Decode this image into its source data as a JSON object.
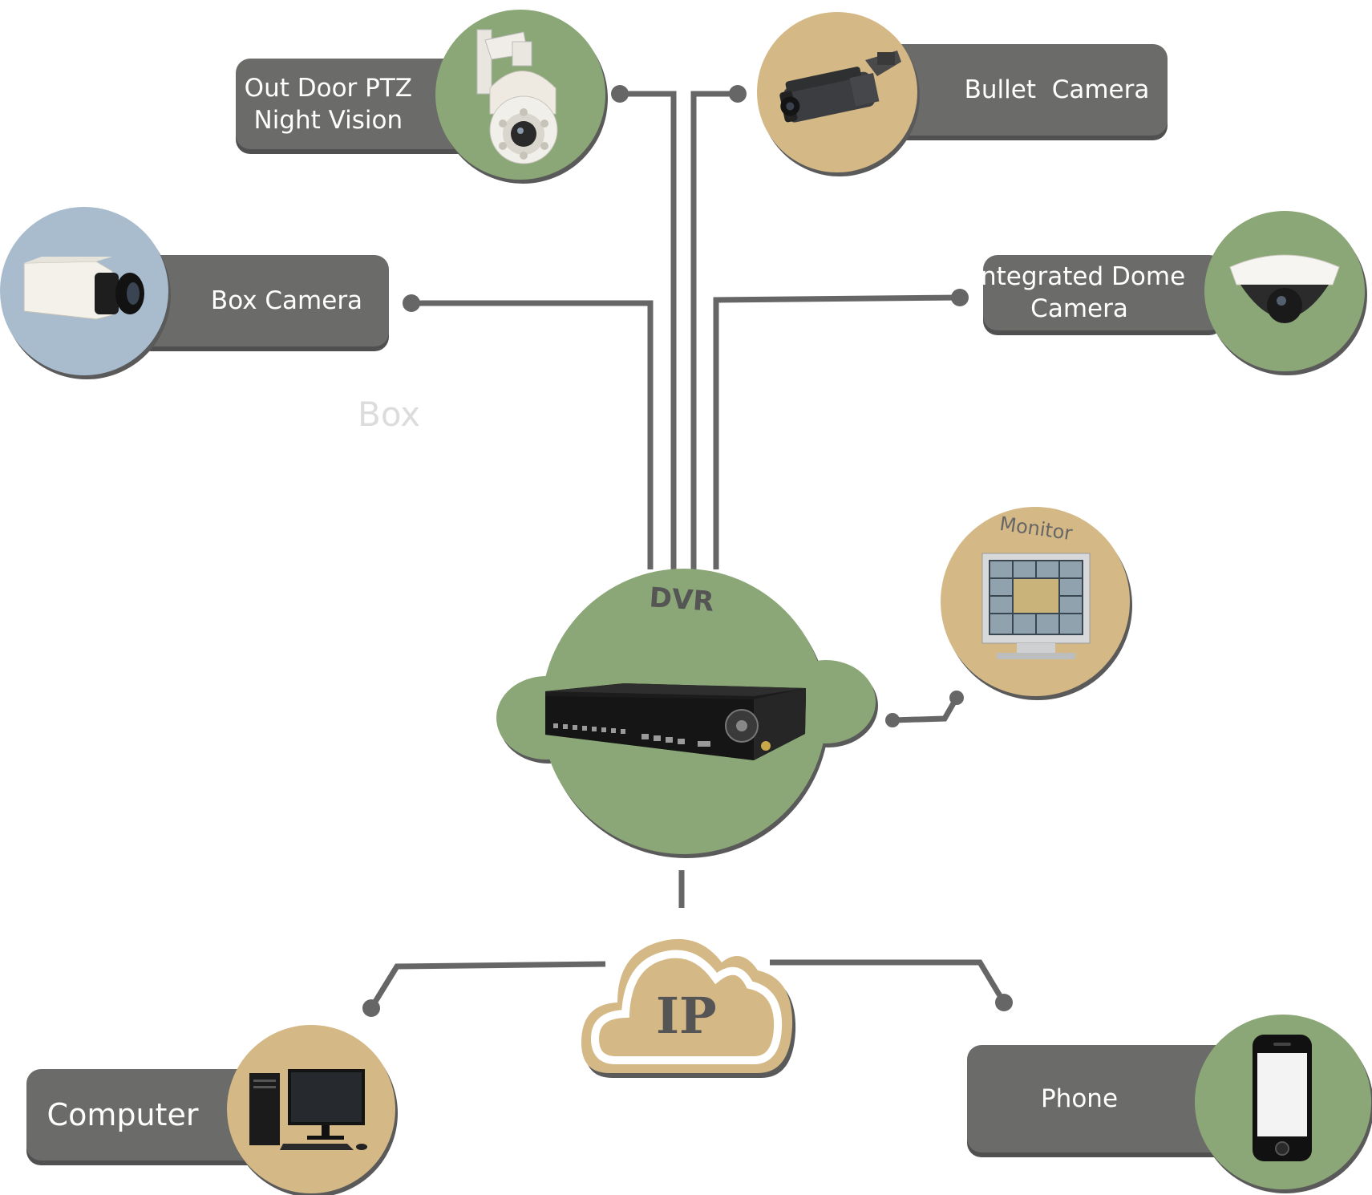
{
  "nodes": {
    "ptz": {
      "label": "Out Door PTZ\nNight Vision"
    },
    "bullet": {
      "label": "Bullet  Camera"
    },
    "box": {
      "label": "Box Camera"
    },
    "dome": {
      "label": "Integrated Dome\nCamera"
    },
    "monitor": {
      "label": "Monitor"
    },
    "dvr": {
      "label": "DVR"
    },
    "ip": {
      "label": "IP"
    },
    "computer": {
      "label": "Computer"
    },
    "phone": {
      "label": "Phone"
    }
  },
  "ghost_text": "Box",
  "colors": {
    "pill": "#6b6b69",
    "green": "#8ba777",
    "tan": "#d4b886",
    "blue": "#a9bccd",
    "line": "#666666"
  },
  "icons": {
    "ptz": "ptz-camera-icon",
    "bullet": "bullet-camera-icon",
    "box": "box-camera-icon",
    "dome": "dome-camera-icon",
    "monitor": "monitor-icon",
    "dvr": "dvr-device-icon",
    "computer": "desktop-computer-icon",
    "phone": "smartphone-icon"
  }
}
